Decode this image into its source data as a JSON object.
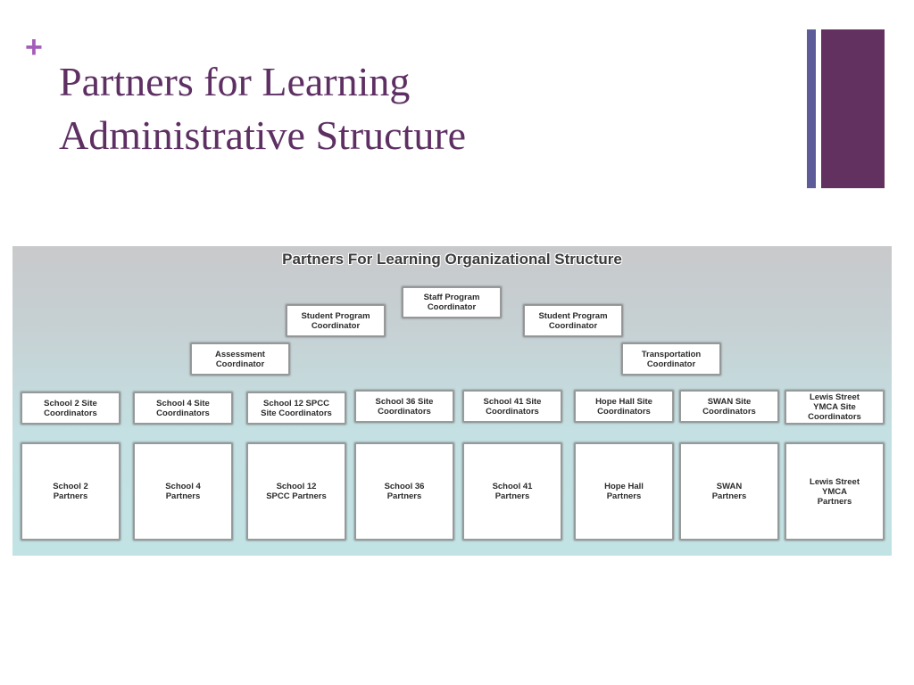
{
  "slide": {
    "bullet": "+",
    "title_line1": "Partners for Learning",
    "title_line2": "Administrative Structure"
  },
  "colors": {
    "title": "#5e2f63",
    "bullet": "#a35fb8",
    "accent_bar_thin": "#5d5b98",
    "accent_bar_thick": "#63315f"
  },
  "diagram": {
    "title": "Partners For Learning Organizational Structure",
    "top": {
      "staff": "Staff Program\nCoordinator"
    },
    "level2": {
      "student_left": "Student Program\nCoordinator",
      "student_right": "Student Program\nCoordinator"
    },
    "level3": {
      "assessment": "Assessment\nCoordinator",
      "transportation": "Transportation\nCoordinator"
    },
    "site_coordinators": [
      "School 2 Site\nCoordinators",
      "School 4 Site\nCoordinators",
      "School 12 SPCC\nSite Coordinators",
      "School 36 Site\nCoordinators",
      "School 41 Site\nCoordinators",
      "Hope Hall Site\nCoordinators",
      "SWAN Site\nCoordinators",
      "Lewis Street\nYMCA Site\nCoordinators"
    ],
    "partners": [
      "School 2\nPartners",
      "School 4\nPartners",
      "School 12\nSPCC Partners",
      "School 36\nPartners",
      "School 41\nPartners",
      "Hope Hall\nPartners",
      "SWAN\nPartners",
      "Lewis Street\nYMCA\nPartners"
    ]
  }
}
